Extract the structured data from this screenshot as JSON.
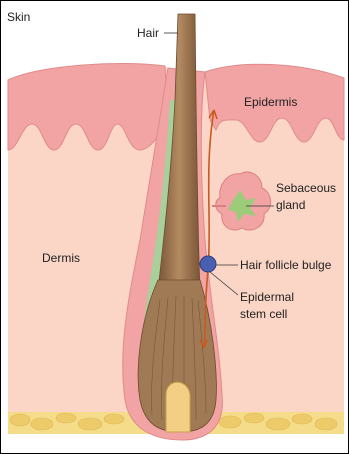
{
  "figure": {
    "corner_label": "Skin",
    "labels": {
      "hair": "Hair",
      "epidermis": "Epidermis",
      "sebaceous": "Sebaceous",
      "gland": "gland",
      "dermis": "Dermis",
      "bulge": "Hair follicle bulge",
      "epidermal": "Epidermal",
      "stem_cell": "stem cell"
    }
  },
  "colors": {
    "dermis": "#fbd6c6",
    "epidermis": "#f2a4a4",
    "hair_shaft": "#9b7350",
    "sheath_green": "#a9cf9a",
    "stem_cell_blue": "#4a5fb0",
    "arrow_orange": "#c85a20",
    "fat_yellow": "#f5dc8a"
  }
}
